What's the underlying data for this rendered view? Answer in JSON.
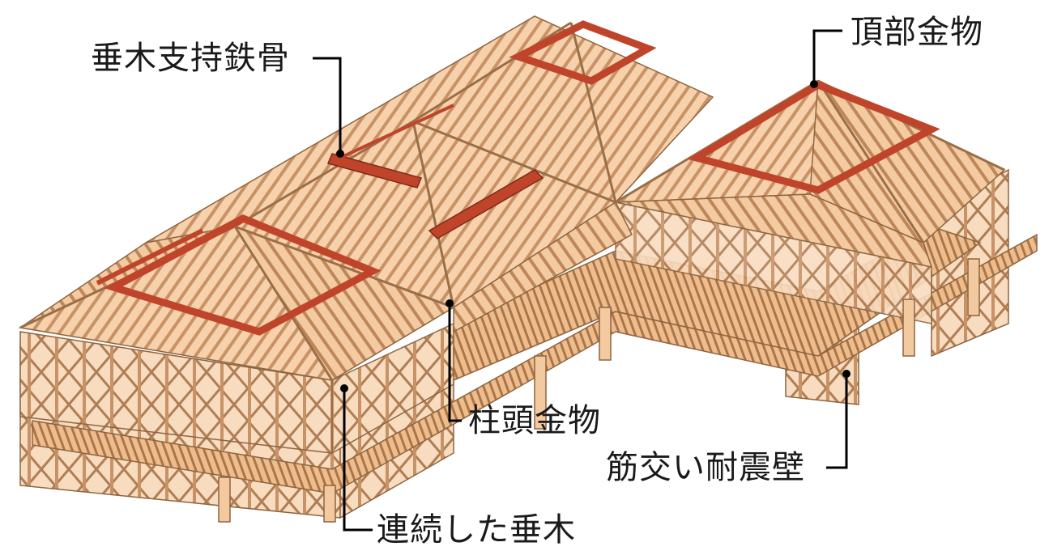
{
  "labels": {
    "rafter_support_steel": "垂木支持鉄骨",
    "top_hardware": "頂部金物",
    "column_head_hardware": "柱頭金物",
    "braced_shear_wall": "筋交い耐震壁",
    "continuous_rafter": "連続した垂木"
  },
  "colors": {
    "timber": "#f2c397",
    "timber_edge": "#b6865c",
    "steel": "#c0442a",
    "leader": "#000000"
  }
}
